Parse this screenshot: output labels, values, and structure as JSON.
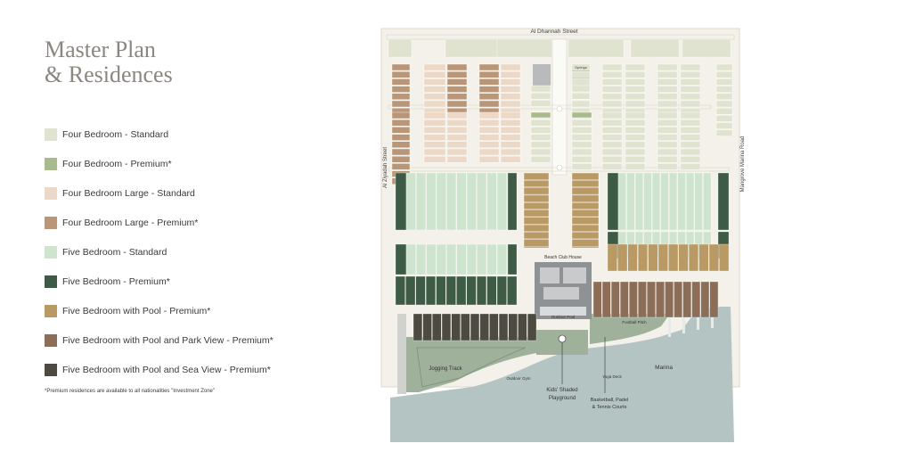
{
  "title_line1": "Master Plan",
  "title_line2": "& Residences",
  "legend": [
    {
      "label": "Four Bedroom - Standard",
      "color": "#e0e3cf"
    },
    {
      "label": "Four Bedroom - Premium*",
      "color": "#a9bb8c"
    },
    {
      "label": "Four Bedroom Large - Standard",
      "color": "#ecd8c6"
    },
    {
      "label": "Four Bedroom Large - Premium*",
      "color": "#b89677"
    },
    {
      "label": "Five Bedroom - Standard",
      "color": "#cfe4cf"
    },
    {
      "label": "Five Bedroom - Premium*",
      "color": "#3d5b45"
    },
    {
      "label": "Five Bedroom with Pool - Premium*",
      "color": "#b99a64"
    },
    {
      "label": "Five Bedroom with Pool and Park View - Premium*",
      "color": "#8c6e58"
    },
    {
      "label": "Five Bedroom with Pool and Sea View - Premium*",
      "color": "#4d4a42"
    }
  ],
  "footnote": "*Premium residences are available to all nationalities \"Investment Zone\"",
  "map": {
    "streets": {
      "top": "Al Dhannah Street",
      "left": "Al Ziyadah Street",
      "right": "Mangrove Marina Road"
    },
    "labels": {
      "springs": "Springs",
      "beach_club": "Beach Club House",
      "outdoor_pool": "Outdoor Pool",
      "football": "Football Pitch",
      "jogging": "Jogging Track",
      "outdoor_gym": "Outdoor Gym",
      "kids_line1": "Kids' Shaded",
      "kids_line2": "Playground",
      "yoga": "Yoga Deck",
      "courts_line1": "Basketball, Padel",
      "courts_line2": "& Tennis Courts",
      "marina": "Marina"
    },
    "colors": {
      "sea": "#b4c4c2",
      "park": "#9fb09b",
      "road": "#f3f1e9",
      "road_edge": "#d9d3c2",
      "amenity": "#8f9294"
    }
  }
}
